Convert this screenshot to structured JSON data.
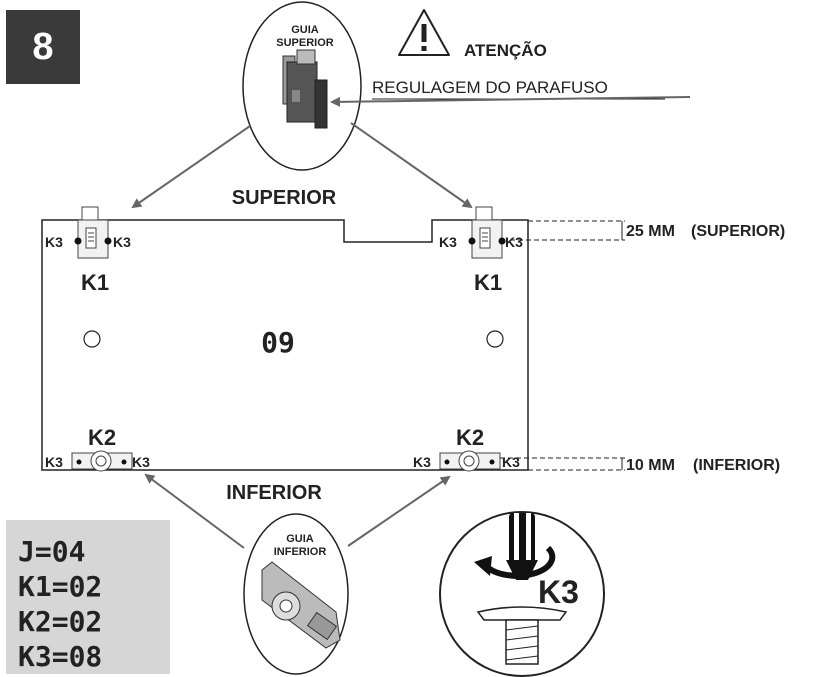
{
  "step_number": "8",
  "guide_top": {
    "line1": "GUIA",
    "line2": "SUPERIOR"
  },
  "guide_bottom": {
    "line1": "GUIA",
    "line2": "INFERIOR"
  },
  "attention": "ATENÇÃO",
  "attention_note": "REGULAGEM DO PARAFUSO",
  "label_superior": "SUPERIOR",
  "label_inferior": "INFERIOR",
  "panel_number": "09",
  "k1": "K1",
  "k2": "K2",
  "k3": "K3",
  "dim_top": {
    "value": "25 MM",
    "label": "(SUPERIOR)"
  },
  "dim_bottom": {
    "value": "10 MM",
    "label": "(INFERIOR)"
  },
  "parts": [
    "J=04",
    "K1=02",
    "K2=02",
    "K3=08"
  ],
  "colors": {
    "step_bg": "#3a3a3a",
    "parts_bg": "#d6d6d6",
    "arrow": "#666666"
  }
}
